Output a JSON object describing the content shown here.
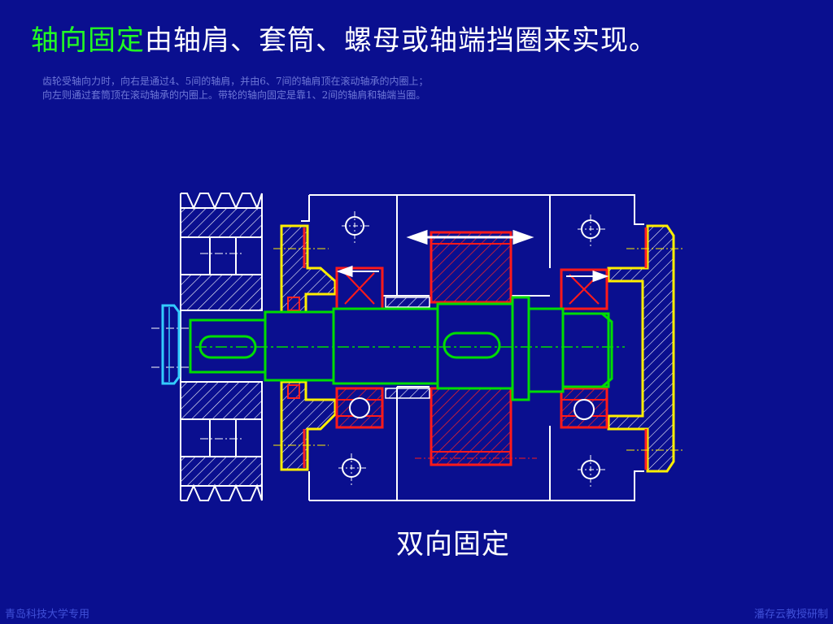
{
  "title": {
    "highlight": "轴向固定",
    "rest": "由轴肩、套筒、螺母或轴端挡圈来实现。"
  },
  "note": {
    "line1": "齿轮受轴向力时，向右是通过4、5间的轴肩，并由6、7间的轴肩顶在滚动轴承的内圈上；",
    "line2": "向左则通过套筒顶在滚动轴承的内圈上。带轮的轴向固定是靠1、2间的轴肩和轴端当圈。"
  },
  "diagram": {
    "caption": "双向固定",
    "colors": {
      "background": "#0a0f8f",
      "outline": "#ffffff",
      "shaft": "#00dd00",
      "bearing": "#ff0000",
      "cover": "#ffee00",
      "end_plate": "#33ccff",
      "centerline": "#00dd00"
    }
  },
  "footer": {
    "left": "青岛科技大学专用",
    "right": "潘存云教授研制"
  }
}
